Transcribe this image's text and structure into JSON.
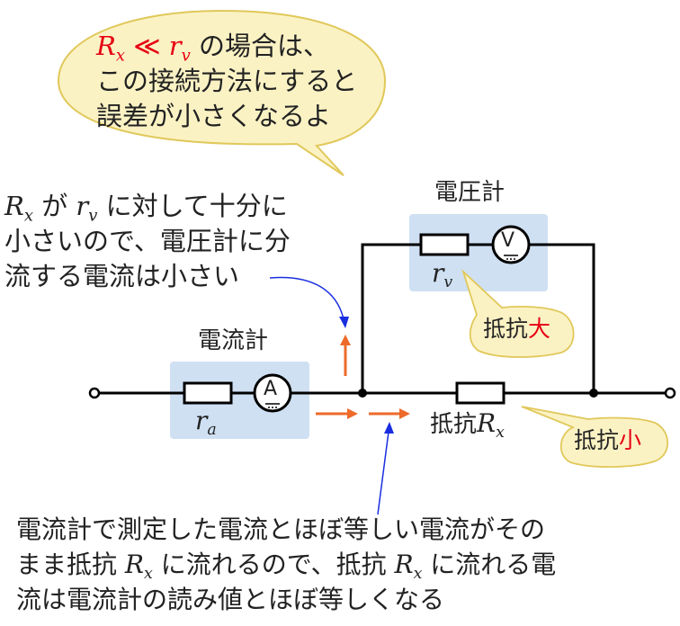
{
  "bubble": {
    "math_main": "R",
    "math_sub": "x",
    "math_op": " ≪ ",
    "math_main2": "r",
    "math_sub2": "v",
    "line1_rest": " の場合は、",
    "line2": "この接続方法にすると",
    "line3": "誤差が小さくなるよ"
  },
  "note_top": {
    "sym1_main": "R",
    "sym1_sub": "x",
    "text_a": " が ",
    "sym2_main": "r",
    "sym2_sub": "v",
    "text_b": " に対して十分に",
    "line2": "小さいので、電圧計に分",
    "line3": "流する電流は小さい"
  },
  "voltmeter": {
    "title": "電圧計",
    "symbol": "V",
    "r_main": "r",
    "r_sub": "v"
  },
  "ammeter": {
    "title": "電流計",
    "symbol": "A",
    "r_main": "r",
    "r_sub": "a"
  },
  "resistor": {
    "label": "抵抗",
    "sym_main": "R",
    "sym_sub": "x"
  },
  "callout_large": {
    "prefix": "抵抗",
    "accent": "大"
  },
  "callout_small": {
    "prefix": "抵抗",
    "accent": "小"
  },
  "note_bottom": {
    "line1": "電流計で測定した電流とほぼ等しい電流がその",
    "line2_a": "まま抵抗 ",
    "line2_sym_main": "R",
    "line2_sym_sub": "x",
    "line2_b": " に流れるので、抵抗 ",
    "line2_sym2_main": "R",
    "line2_sym2_sub": "x",
    "line2_c": " に流れる電",
    "line3": "流は電流計の読み値とほぼ等しくなる"
  },
  "colors": {
    "accent_red": "#e60012",
    "bubble_fill": "#fbf2c4",
    "bubble_stroke": "#e0c85a",
    "meter_box": "#cfe0f3",
    "arrow_orange": "#ed6a2a",
    "pointer_blue": "#1a2ee0"
  }
}
